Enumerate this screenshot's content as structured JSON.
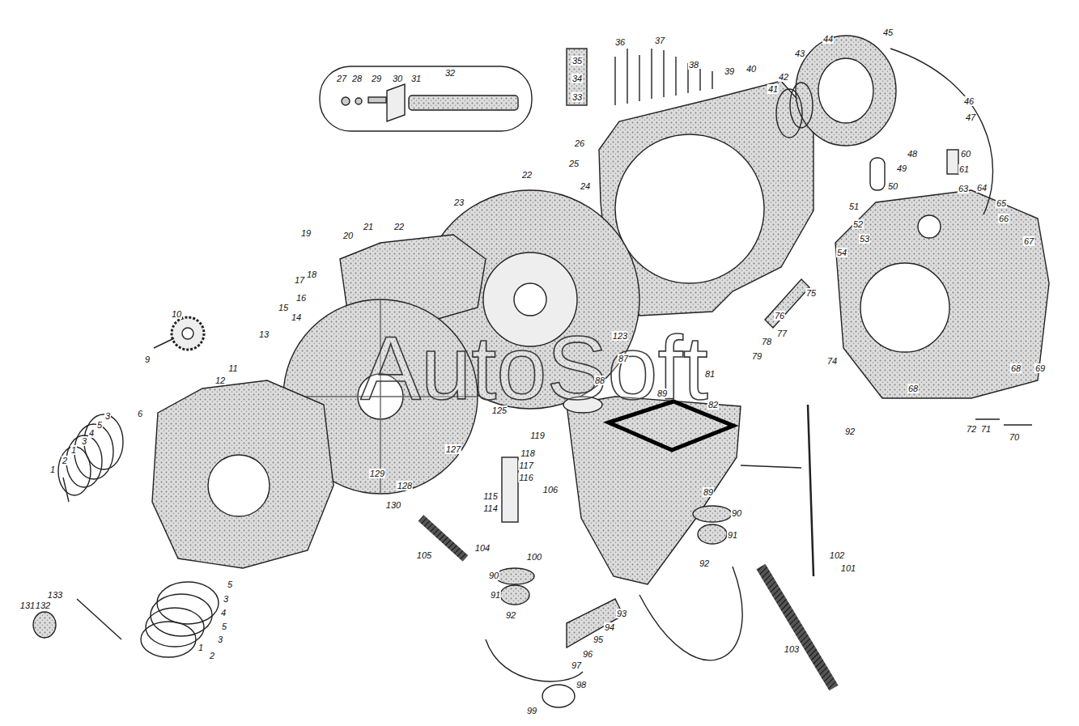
{
  "diagram": {
    "labels": [
      "27",
      "28",
      "29",
      "30",
      "31",
      "32",
      "35",
      "34",
      "33",
      "36",
      "37",
      "38",
      "39",
      "40",
      "41",
      "42",
      "43",
      "44",
      "45",
      "26",
      "25",
      "24",
      "22",
      "23",
      "21",
      "22",
      "20",
      "19",
      "17",
      "18",
      "16",
      "15",
      "14",
      "13",
      "10",
      "9",
      "11",
      "12",
      "6",
      "1",
      "2",
      "1",
      "3",
      "4",
      "5",
      "3",
      "5",
      "3",
      "4",
      "5",
      "3",
      "2",
      "1",
      "131",
      "132",
      "133",
      "46",
      "47",
      "48",
      "49",
      "50",
      "60",
      "61",
      "63",
      "64",
      "65",
      "66",
      "67",
      "51",
      "52",
      "53",
      "54",
      "75",
      "76",
      "77",
      "78",
      "79",
      "74",
      "68",
      "68",
      "69",
      "72",
      "71",
      "70",
      "81",
      "82",
      "123",
      "87",
      "88",
      "89",
      "125",
      "127",
      "128",
      "129",
      "130",
      "118",
      "119",
      "117",
      "116",
      "106",
      "115",
      "114",
      "104",
      "105",
      "100",
      "90",
      "91",
      "92",
      "89",
      "90",
      "91",
      "92",
      "93",
      "94",
      "95",
      "96",
      "97",
      "98",
      "99",
      "92",
      "102",
      "101",
      "103",
      "AutoSoft"
    ]
  }
}
